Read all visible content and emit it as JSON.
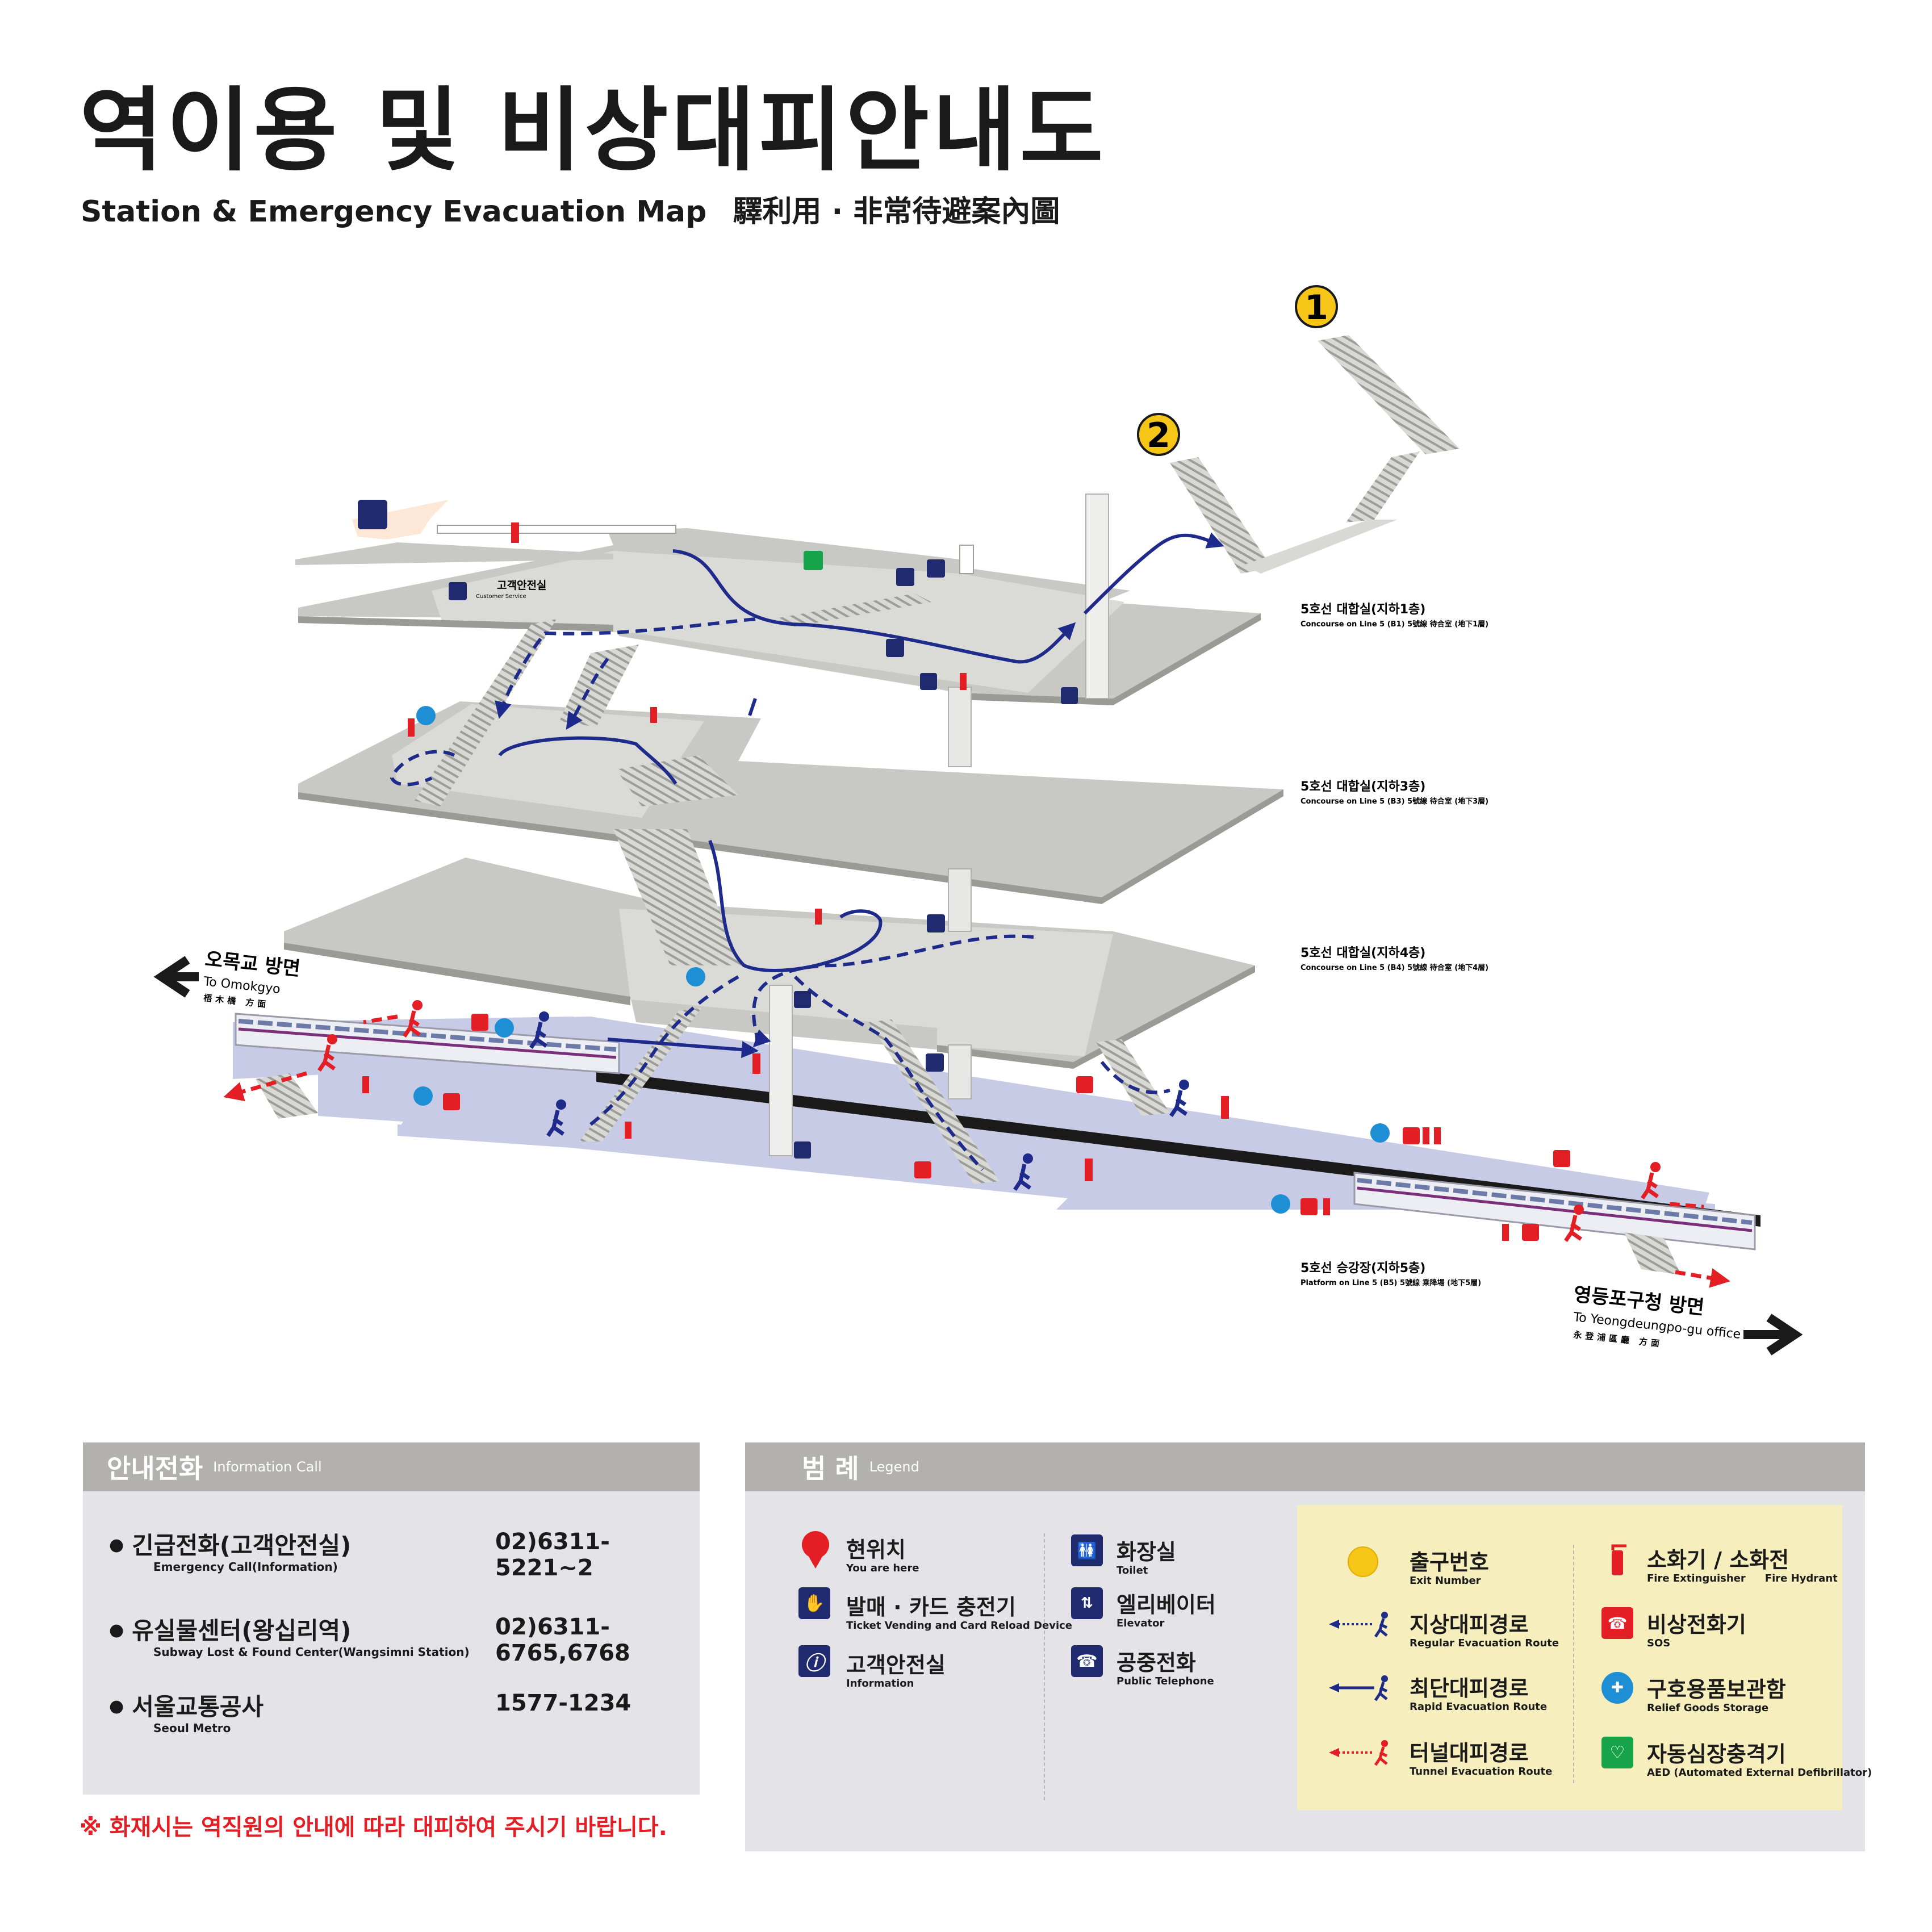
{
  "header": {
    "title": "역이용 및 비상대피안내도",
    "subtitle_en": "Station & Emergency Evacuation Map",
    "subtitle_cjk": "驛利用 · 非常待避案內圖"
  },
  "map": {
    "levels": [
      {
        "ko": "5호선 대합실(지하1층)",
        "en": "Concourse on Line 5 (B1) 5號線 待合室 (地下1層)"
      },
      {
        "ko": "5호선 대합실(지하3층)",
        "en": "Concourse on Line 5 (B3) 5號線 待合室 (地下3層)"
      },
      {
        "ko": "5호선 대합실(지하4층)",
        "en": "Concourse on Line 5 (B4) 5號線 待合室 (地下4層)"
      },
      {
        "ko": "5호선 승강장(지하5층)",
        "en": "Platform on Line 5 (B5) 5號線 乘降場 (地下5層)"
      }
    ],
    "customer_service": {
      "ko": "고객안전실",
      "en": "Customer Service"
    },
    "exits": [
      "1",
      "2"
    ],
    "direction_left": {
      "ko": "오목교 방면",
      "en": "To Omokgyo",
      "cjk": "梧木橋 方面"
    },
    "direction_right": {
      "ko": "영등포구청 방면",
      "en": "To Yeongdeungpo-gu office",
      "cjk": "永登浦區廳 方面"
    },
    "colors": {
      "regular_route": "#1f2b8a",
      "tunnel_route": "#e31e24",
      "platform": "#c7cbe6",
      "floor": "#c8c8c5",
      "exit": "#f5c518"
    }
  },
  "info_call": {
    "title_ko": "안내전화",
    "title_en": "Information Call",
    "items": [
      {
        "name_ko": "긴급전화(고객안전실)",
        "name_en": "Emergency Call(Information)",
        "tel": "02)6311-5221~2"
      },
      {
        "name_ko": "유실물센터(왕십리역)",
        "name_en": "Subway Lost & Found Center(Wangsimni Station)",
        "tel": "02)6311-6765,6768"
      },
      {
        "name_ko": "서울교통공사",
        "name_en": "Seoul Metro",
        "tel": "1577-1234"
      }
    ],
    "notice": "※ 화재시는 역직원의 안내에 따라 대피하여 주시기 바랍니다."
  },
  "legend": {
    "title_ko": "범 례",
    "title_en": "Legend",
    "col1": [
      {
        "ko": "현위치",
        "en": "You are here",
        "icon": "location-pin-icon"
      },
      {
        "ko": "발매 · 카드 충전기",
        "en": "Ticket Vending and Card Reload Device",
        "icon": "ticket-machine-icon"
      },
      {
        "ko": "고객안전실",
        "en": "Information",
        "icon": "info-icon"
      }
    ],
    "col2": [
      {
        "ko": "화장실",
        "en": "Toilet",
        "icon": "toilet-icon"
      },
      {
        "ko": "엘리베이터",
        "en": "Elevator",
        "icon": "elevator-icon"
      },
      {
        "ko": "공중전화",
        "en": "Public Telephone",
        "icon": "telephone-icon"
      }
    ],
    "col3": [
      {
        "ko": "출구번호",
        "en": "Exit Number",
        "icon": "exit-number-icon"
      },
      {
        "ko": "지상대피경로",
        "en": "Regular Evacuation Route",
        "icon": "regular-route-icon"
      },
      {
        "ko": "최단대피경로",
        "en": "Rapid Evacuation Route",
        "icon": "rapid-route-icon"
      },
      {
        "ko": "터널대피경로",
        "en": "Tunnel Evacuation Route",
        "icon": "tunnel-route-icon"
      }
    ],
    "col4": [
      {
        "ko": "소화기 / 소화전",
        "en": "Fire Extinguisher",
        "en2": "Fire Hydrant",
        "icon": "fire-extinguisher-icon"
      },
      {
        "ko": "비상전화기",
        "en": "SOS",
        "icon": "sos-phone-icon"
      },
      {
        "ko": "구호용품보관함",
        "en": "Relief Goods Storage",
        "icon": "relief-goods-icon"
      },
      {
        "ko": "자동심장충격기",
        "en": "AED (Automated External Defibrillator)",
        "icon": "aed-icon"
      }
    ]
  }
}
